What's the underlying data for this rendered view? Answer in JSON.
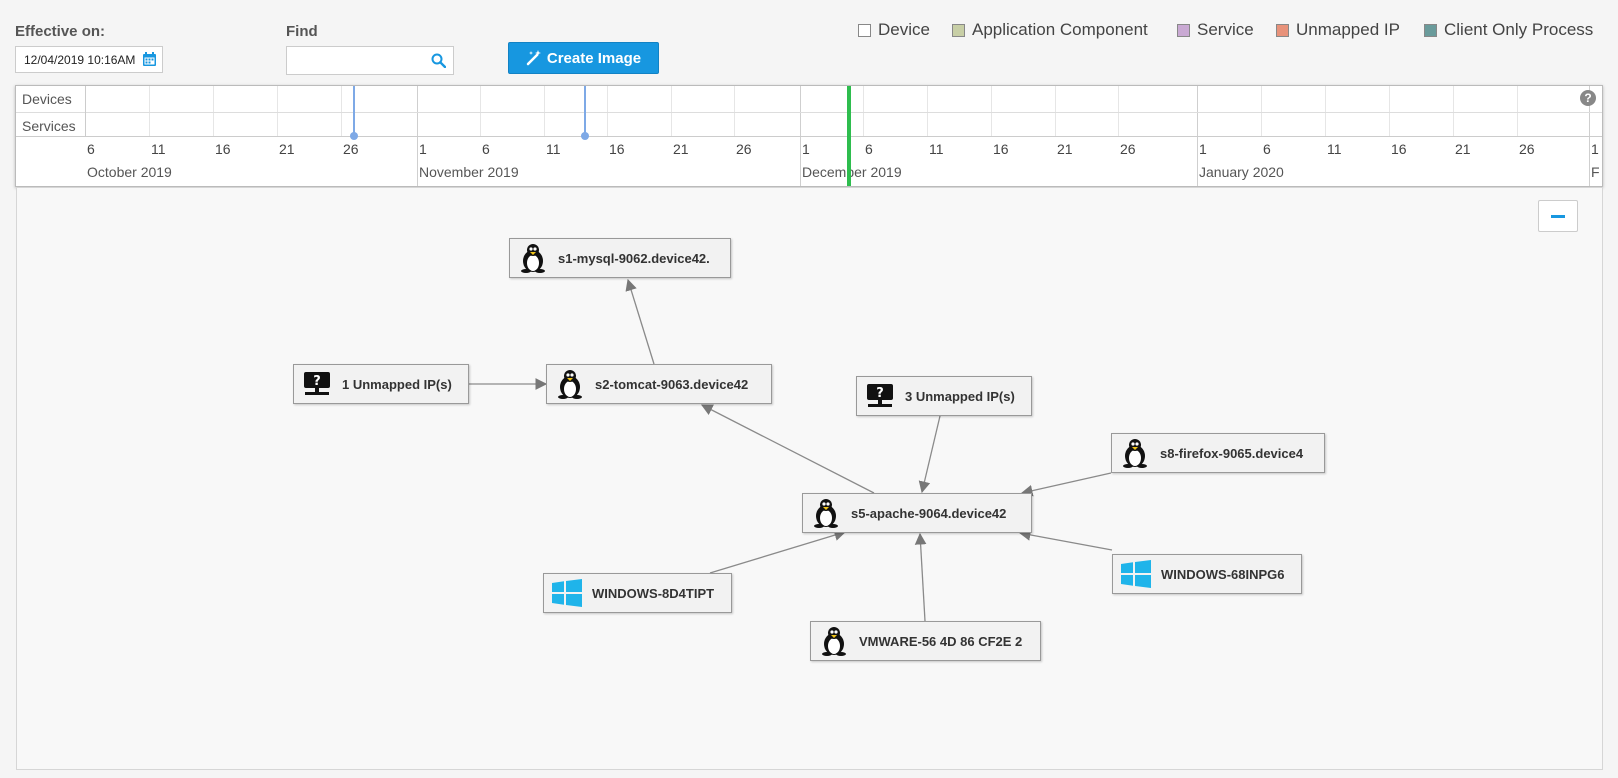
{
  "controls": {
    "effective_label": "Effective on:",
    "effective_value": "12/04/2019 10:16AM",
    "find_label": "Find",
    "find_value": "",
    "create_image_label": "Create Image"
  },
  "legend": [
    {
      "label": "Device",
      "color": "#ffffff"
    },
    {
      "label": "Application Component",
      "color": "#c8cfa6"
    },
    {
      "label": "Service",
      "color": "#c9a9d3"
    },
    {
      "label": "Unmapped IP",
      "color": "#e8927a"
    },
    {
      "label": "Client Only Process",
      "color": "#6a9b9b"
    }
  ],
  "timeline": {
    "row_labels": [
      "Devices",
      "Services"
    ],
    "ticks": [
      "6",
      "11",
      "16",
      "21",
      "26",
      "1",
      "6",
      "11",
      "16",
      "21",
      "26",
      "1",
      "6",
      "11",
      "16",
      "21",
      "26",
      "1",
      "6",
      "11",
      "16",
      "21",
      "26",
      "1"
    ],
    "months": [
      "October 2019",
      "November 2019",
      "December 2019",
      "January 2020",
      "F"
    ],
    "help": "?",
    "selected_date": "12/04/2019",
    "current_marker_color": "#2ebd4e",
    "service_marker_color": "#7ea9e6"
  },
  "graph": {
    "zoom_out": "−",
    "nodes": [
      {
        "id": "mysql",
        "label": "s1-mysql-9062.device42.",
        "icon": "linux-icon"
      },
      {
        "id": "unm1",
        "label": "1 Unmapped IP(s)",
        "icon": "unmapped-ip-icon"
      },
      {
        "id": "tomcat",
        "label": "s2-tomcat-9063.device42",
        "icon": "linux-icon"
      },
      {
        "id": "unm3",
        "label": "3 Unmapped IP(s)",
        "icon": "unmapped-ip-icon"
      },
      {
        "id": "firefox",
        "label": "s8-firefox-9065.device4",
        "icon": "linux-icon"
      },
      {
        "id": "apache",
        "label": "s5-apache-9064.device42",
        "icon": "linux-icon"
      },
      {
        "id": "win8d",
        "label": "WINDOWS-8D4TIPT",
        "icon": "windows-icon"
      },
      {
        "id": "win68",
        "label": "WINDOWS-68INPG6",
        "icon": "windows-icon"
      },
      {
        "id": "vmware",
        "label": "VMWARE-56 4D 86 CF2E 2",
        "icon": "linux-icon"
      }
    ],
    "edges": [
      {
        "from": "tomcat",
        "to": "mysql"
      },
      {
        "from": "unm1",
        "to": "tomcat"
      },
      {
        "from": "apache",
        "to": "tomcat"
      },
      {
        "from": "unm3",
        "to": "apache"
      },
      {
        "from": "firefox",
        "to": "apache"
      },
      {
        "from": "win8d",
        "to": "apache"
      },
      {
        "from": "win68",
        "to": "apache"
      },
      {
        "from": "vmware",
        "to": "apache"
      }
    ]
  }
}
